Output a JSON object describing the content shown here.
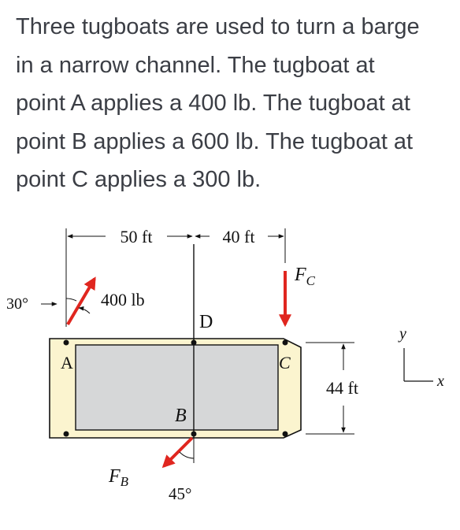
{
  "problem": {
    "lines": [
      "Three tugboats are used to turn a barge",
      "in a narrow channel. The tugboat at",
      "point A applies a 400 lb. The tugboat at",
      "point B applies a 600 lb. The tugboat at",
      "point C applies a 300 lb."
    ]
  },
  "diagram": {
    "dim_left": "50 ft",
    "dim_right": "40 ft",
    "dim_height": "44 ft",
    "angle_a": "30°",
    "force_a": "400 lb",
    "force_c_main": "F",
    "force_c_sub": "C",
    "force_b_main": "F",
    "force_b_sub": "B",
    "angle_b": "45°",
    "point_a": "A",
    "point_b": "B",
    "point_c": "C",
    "point_d": "D",
    "axis_x": "x",
    "axis_y": "y",
    "colors": {
      "barge_fill": "#fbf4cf",
      "panel_fill": "#d6d7d8",
      "force_arrow": "#e0261f",
      "line": "#111111"
    }
  }
}
